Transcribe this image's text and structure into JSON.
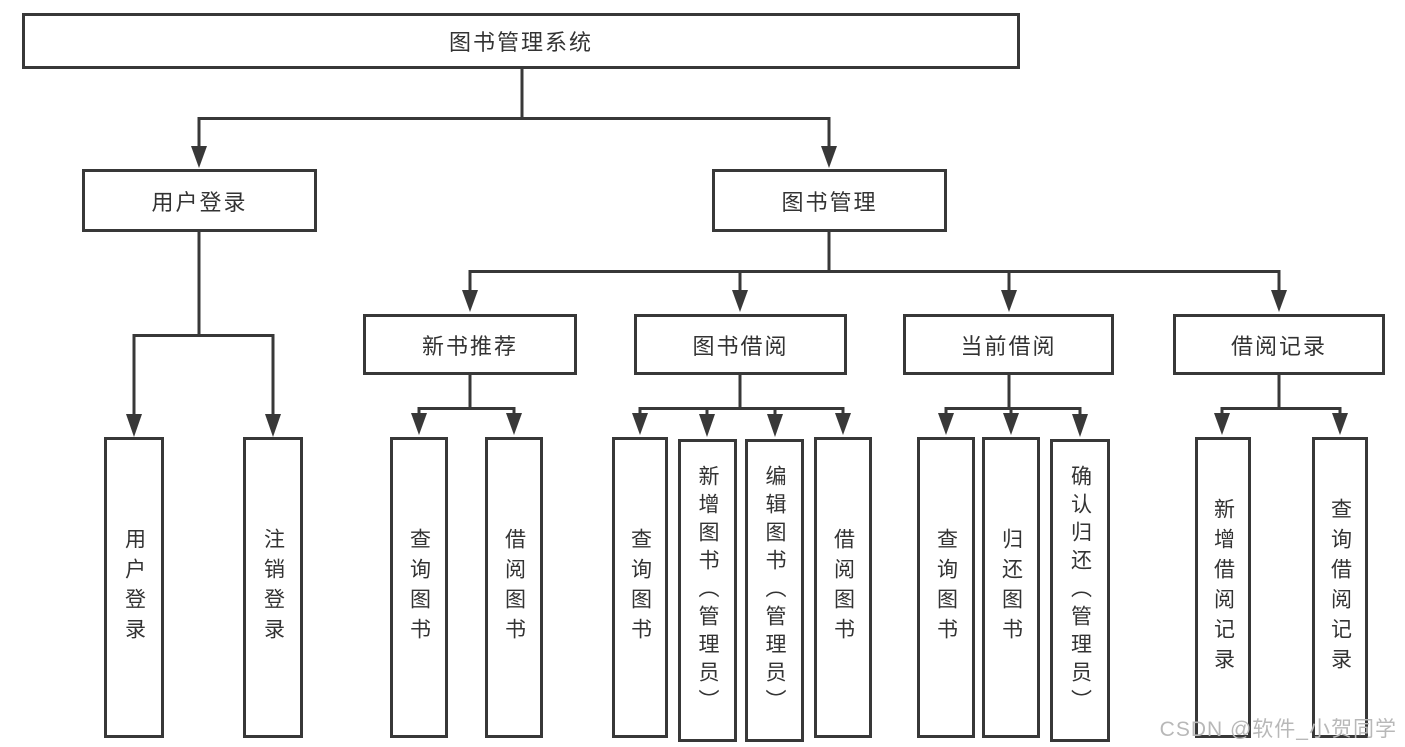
{
  "tree": {
    "root": "图书管理系统",
    "branches": [
      {
        "label": "用户登录",
        "children": [
          "用户登录",
          "注销登录"
        ]
      },
      {
        "label": "图书管理",
        "children": [
          {
            "label": "新书推荐",
            "children": [
              "查询图书",
              "借阅图书"
            ]
          },
          {
            "label": "图书借阅",
            "children": [
              "查询图书",
              "新增图书（管理员）",
              "编辑图书（管理员）",
              "借阅图书"
            ]
          },
          {
            "label": "当前借阅",
            "children": [
              "查询图书",
              "归还图书",
              "确认归还（管理员）"
            ]
          },
          {
            "label": "借阅记录",
            "children": [
              "新增借阅记录",
              "查询借阅记录"
            ]
          }
        ]
      }
    ]
  },
  "watermark": {
    "text": "CSDN @软件_小贺同学"
  },
  "colors": {
    "line": "#383838",
    "box_border": "#383838",
    "text": "#333333",
    "watermark_text": "#b8b8b8",
    "background": "#ffffff"
  }
}
